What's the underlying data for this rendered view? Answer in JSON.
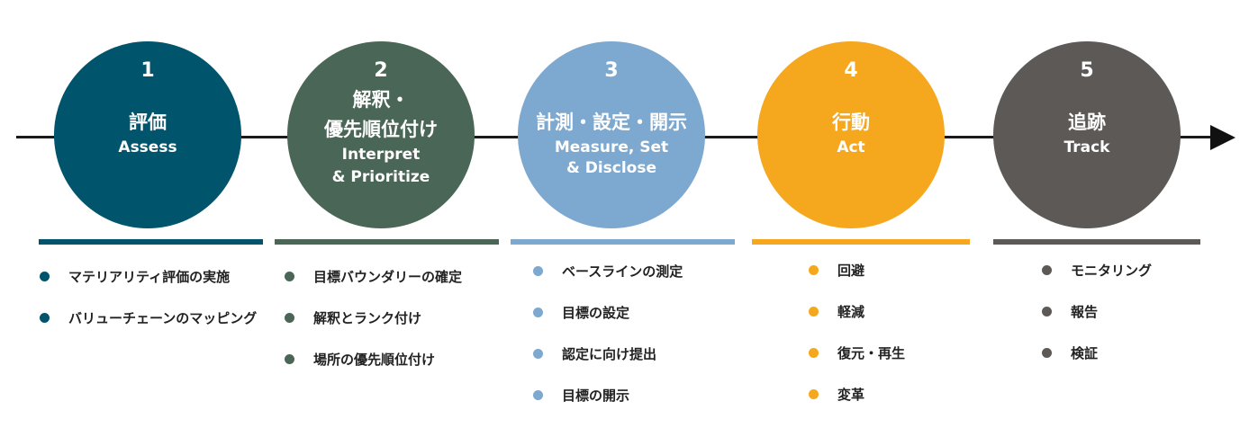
{
  "steps": [
    {
      "number": "1",
      "title_jp": [
        "評価"
      ],
      "title_en": [
        "Assess"
      ],
      "color": "#00546c",
      "items": [
        "マテリアリティ評価の実施",
        "バリューチェーンのマッピング"
      ]
    },
    {
      "number": "2",
      "title_jp": [
        "解釈・",
        "優先順位付け"
      ],
      "title_en": [
        "Interpret",
        "& Prioritize"
      ],
      "color": "#4a6656",
      "items": [
        "目標バウンダリーの確定",
        "解釈とランク付け",
        "場所の優先順位付け"
      ]
    },
    {
      "number": "3",
      "title_jp": [
        "計測・設定・開示"
      ],
      "title_en": [
        "Measure, Set",
        "& Disclose"
      ],
      "color": "#7da8cf",
      "items": [
        "ベースラインの測定",
        "目標の設定",
        "認定に向け提出",
        "目標の開示"
      ]
    },
    {
      "number": "4",
      "title_jp": [
        "行動"
      ],
      "title_en": [
        "Act"
      ],
      "color": "#f5a81e",
      "items": [
        "回避",
        "軽減",
        "復元・再生",
        "変革"
      ]
    },
    {
      "number": "5",
      "title_jp": [
        "追跡"
      ],
      "title_en": [
        "Track"
      ],
      "color": "#5d5957",
      "items": [
        "モニタリング",
        "報告",
        "検証"
      ]
    }
  ]
}
